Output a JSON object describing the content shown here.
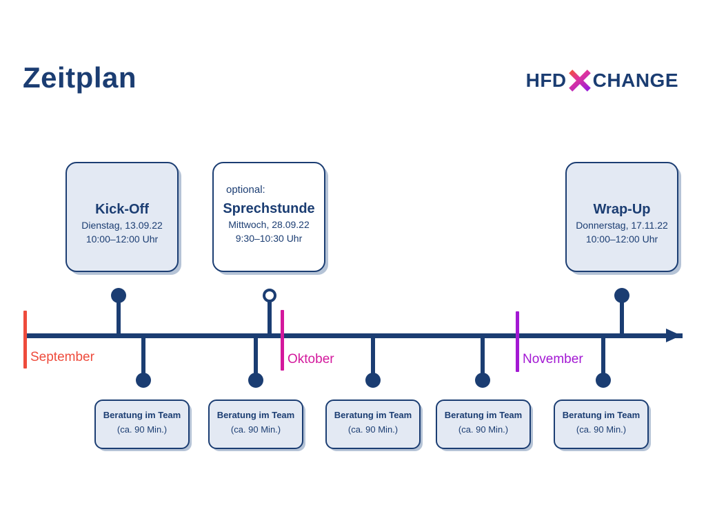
{
  "slide": {
    "title": "Zeitplan",
    "background": "#FFFFFF",
    "accent_navy": "#1B3D72",
    "card_fill": "#E3E9F3"
  },
  "logo": {
    "left_word": "HFD",
    "right_word": "CHANGE",
    "x_icon": "x-mark-icon",
    "gradient_from": "#F4572D",
    "gradient_to": "#9B1FD8"
  },
  "milestones": [
    {
      "id": "kickoff",
      "optional_label": "",
      "title": "Kick-Off",
      "date": "Dienstag, 13.09.22",
      "time": "10:00–12:00 Uhr",
      "marker": "filled-dot"
    },
    {
      "id": "sprechstunde",
      "optional_label": "optional:",
      "title": "Sprechstunde",
      "date": "Mittwoch, 28.09.22",
      "time": "9:30–10:30 Uhr",
      "marker": "hollow-dot"
    },
    {
      "id": "wrapup",
      "optional_label": "",
      "title": "Wrap-Up",
      "date": "Donnerstag, 17.11.22",
      "time": "10:00–12:00 Uhr",
      "marker": "filled-dot"
    }
  ],
  "months": [
    {
      "label": "September",
      "color": "#EE4B3C"
    },
    {
      "label": "Oktober",
      "color": "#D3189C"
    },
    {
      "label": "November",
      "color": "#A318D3"
    }
  ],
  "tasks": [
    {
      "title": "Beratung im Team",
      "duration": "(ca. 90 Min.)"
    },
    {
      "title": "Beratung im Team",
      "duration": "(ca. 90 Min.)"
    },
    {
      "title": "Beratung im Team",
      "duration": "(ca. 90 Min.)"
    },
    {
      "title": "Beratung im Team",
      "duration": "(ca. 90 Min.)"
    },
    {
      "title": "Beratung im Team",
      "duration": "(ca. 90 Min.)"
    }
  ]
}
